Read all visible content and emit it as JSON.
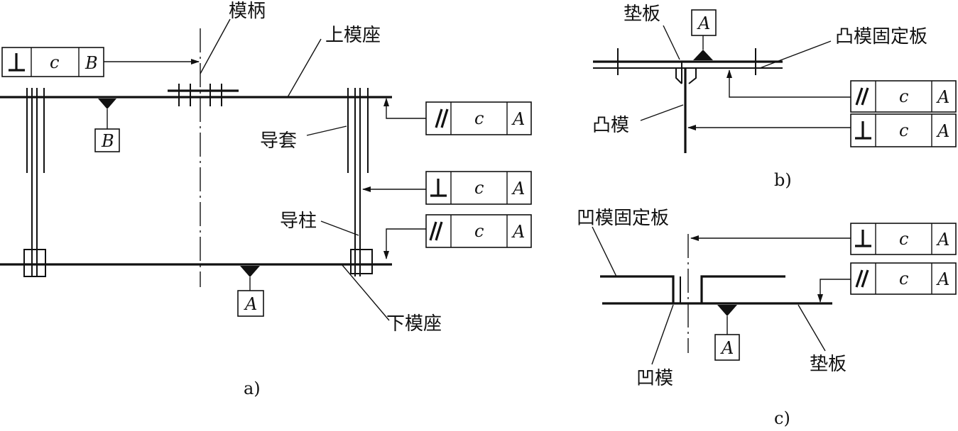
{
  "panel_a": {
    "caption": "a)",
    "labels": {
      "shank": "模柄",
      "upper_die_seat": "上模座",
      "guide_sleeve": "导套",
      "guide_post": "导柱",
      "lower_die_seat": "下模座"
    },
    "datum_B": "B",
    "datum_A": "A",
    "frames": [
      {
        "symbol": "perpendicularity",
        "tolerance": "c",
        "datum": "B"
      },
      {
        "symbol": "parallelism",
        "tolerance": "c",
        "datum": "A"
      },
      {
        "symbol": "perpendicularity",
        "tolerance": "c",
        "datum": "A"
      },
      {
        "symbol": "parallelism",
        "tolerance": "c",
        "datum": "A"
      }
    ]
  },
  "panel_b": {
    "caption": "b)",
    "labels": {
      "backing_plate": "垫板",
      "punch_holder": "凸模固定板",
      "punch": "凸模"
    },
    "datum_A": "A",
    "frames": [
      {
        "symbol": "parallelism",
        "tolerance": "c",
        "datum": "A"
      },
      {
        "symbol": "perpendicularity",
        "tolerance": "c",
        "datum": "A"
      }
    ]
  },
  "panel_c": {
    "caption": "c)",
    "labels": {
      "die_holder": "凹模固定板",
      "die": "凹模",
      "backing_plate": "垫板"
    },
    "datum_A": "A",
    "frames": [
      {
        "symbol": "perpendicularity",
        "tolerance": "c",
        "datum": "A"
      },
      {
        "symbol": "parallelism",
        "tolerance": "c",
        "datum": "A"
      }
    ]
  }
}
